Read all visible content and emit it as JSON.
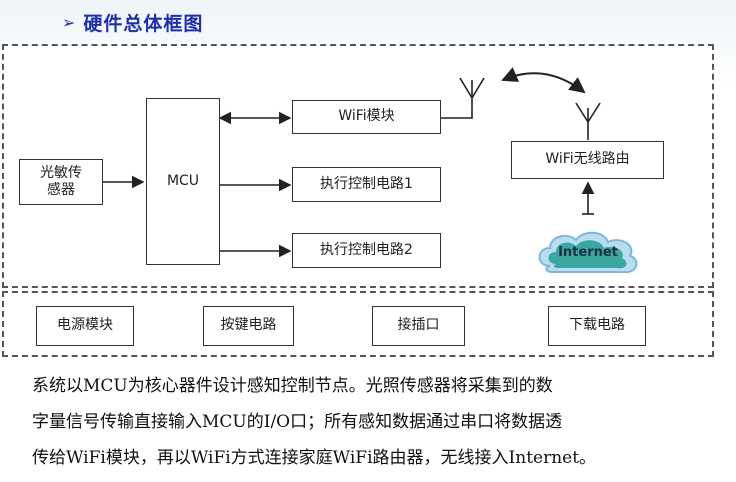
{
  "title": {
    "text": "硬件总体框图",
    "bullet_icon": "arrow-bullet"
  },
  "diagram": {
    "sensor": "光敏传感器",
    "mcu": "MCU",
    "wifi_module": "WiFi模块",
    "control_circuit_1": "执行控制电路1",
    "control_circuit_2": "执行控制电路2",
    "wifi_router": "WiFi无线路由",
    "internet": "Internet",
    "power_module": "电源模块",
    "key_circuit": "按键电路",
    "interface": "接插口",
    "download_circuit": "下载电路"
  },
  "description": {
    "line1": "系统以MCU为核心器件设计感知控制节点。光照传感器将采集到的数",
    "line2": "字量信号传输直接输入MCU的I/O口；所有感知数据通过串口将数据透",
    "line3": "传给WiFi模块，再以WiFi方式连接家庭WiFi路由器，无线接入Internet。"
  },
  "colors": {
    "title": "#1f2fa8",
    "cloud": "#3aa7a0",
    "cloud_glow": "#b8dcf0"
  }
}
